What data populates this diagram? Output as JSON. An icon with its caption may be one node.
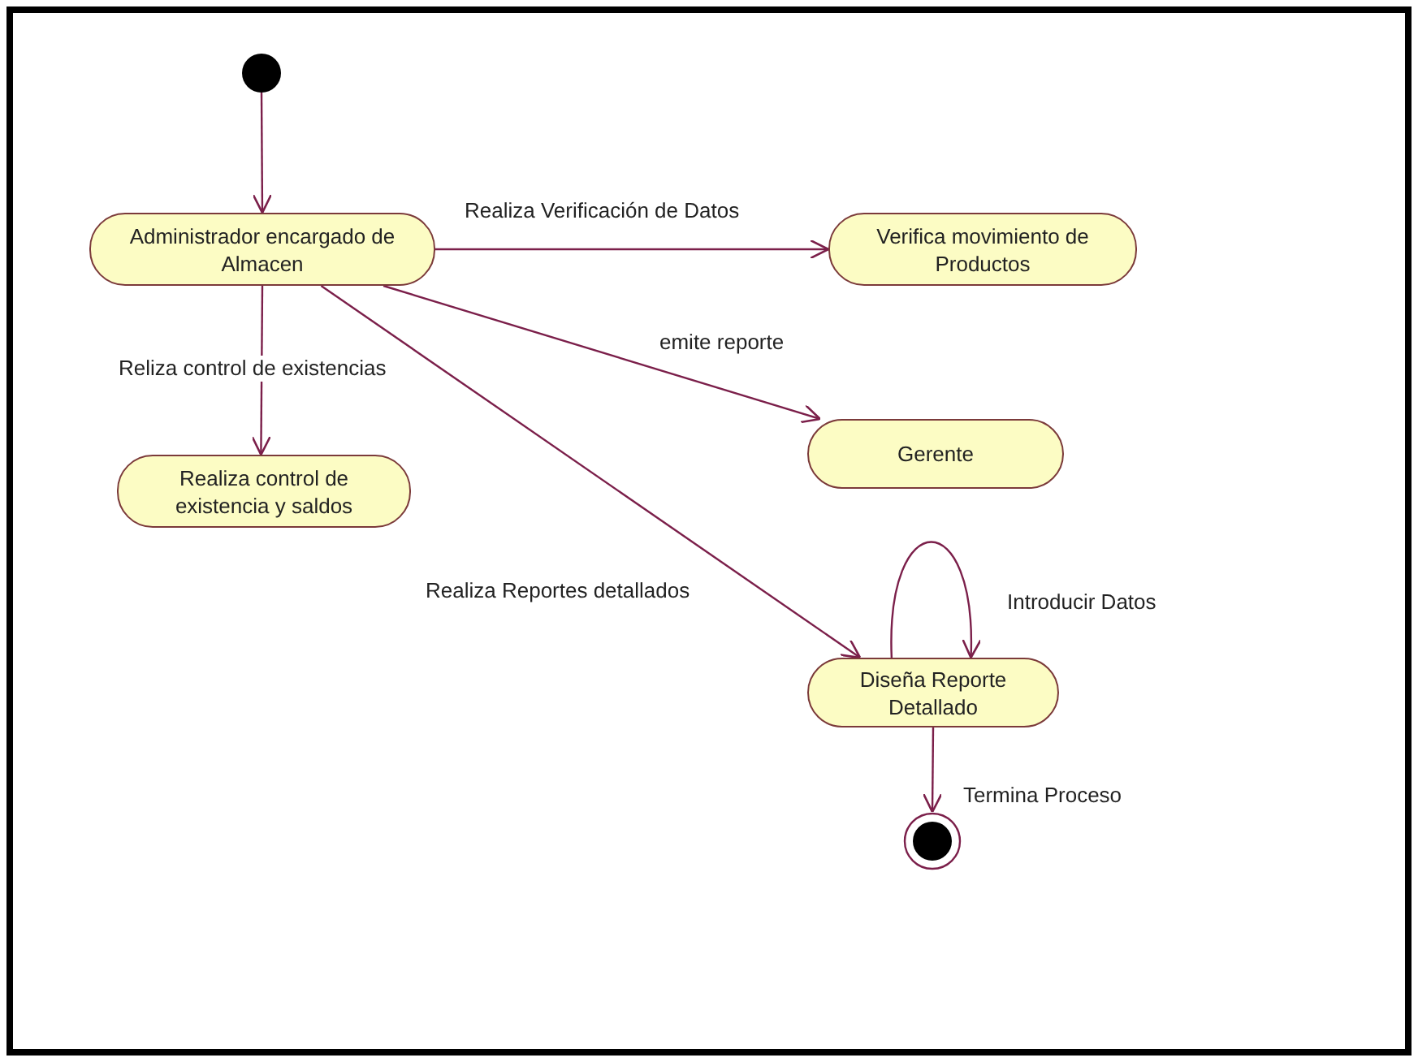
{
  "diagram": {
    "nodes": [
      {
        "text": [],
        "shape": "circle"
      },
      {
        "text": [
          "Administrador encargado de Almacen"
        ]
      },
      {
        "text": [
          "Verifica movimiento de Productos"
        ]
      },
      {
        "text": [
          "Gerente"
        ]
      },
      {
        "text": [
          "Realiza control de existencia y saldos"
        ]
      },
      {
        "text": [
          "Diseña Reporte Detallado"
        ]
      },
      {
        "text": [],
        "shape": "circle"
      }
    ],
    "edges": [
      {
        "from": 0,
        "to": 1,
        "arrow": "to"
      },
      {
        "from": 1,
        "to": 2,
        "arrow": "to",
        "label": "Realiza Verificación de Datos"
      },
      {
        "from": 1,
        "to": 3,
        "arrow": "to",
        "label": "emite reporte"
      },
      {
        "from": 1,
        "to": 4,
        "arrow": "to",
        "label": "Reliza control de existencias"
      },
      {
        "from": 1,
        "to": 5,
        "arrow": "to",
        "label": "Realiza Reportes detallados"
      },
      {
        "from": 5,
        "to": 5,
        "arrow": "to",
        "label": "Introducir Datos"
      },
      {
        "from": 5,
        "to": 6,
        "arrow": "to",
        "label": "Termina Proceso"
      }
    ]
  }
}
